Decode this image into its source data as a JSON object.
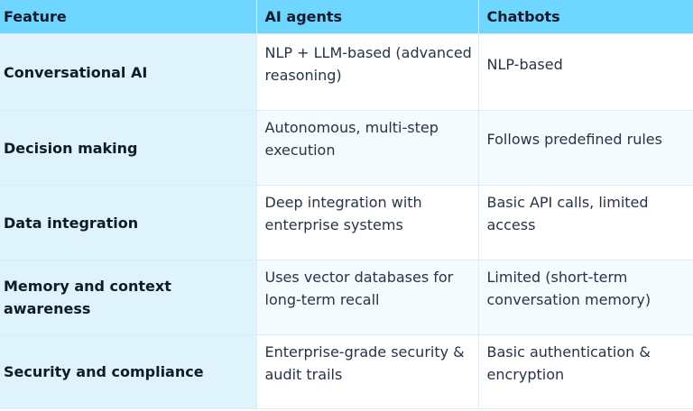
{
  "headers": [
    "Feature",
    "AI agents",
    "Chatbots"
  ],
  "rows": [
    {
      "feature": "Conversational AI",
      "ai_agents": "NLP + LLM-based (advanced reasoning)",
      "chatbots": "NLP-based"
    },
    {
      "feature": "Decision making",
      "ai_agents": "Autonomous, multi-step execution",
      "chatbots": "Follows predefined rules"
    },
    {
      "feature": "Data integration",
      "ai_agents": "Deep integration with enterprise systems",
      "chatbots": "Basic API calls, limited access"
    },
    {
      "feature": "Memory and context awareness",
      "ai_agents": "Uses vector databases for long-term recall",
      "chatbots": "Limited (short-term conversation memory)"
    },
    {
      "feature": "Security and compliance",
      "ai_agents": "Enterprise-grade security & audit trails",
      "chatbots": "Basic authentication & encryption"
    }
  ],
  "colors": {
    "header_bg": "#6fd6ff",
    "feature_col_bg": "#dff3fd",
    "border": "#d6eefb"
  }
}
